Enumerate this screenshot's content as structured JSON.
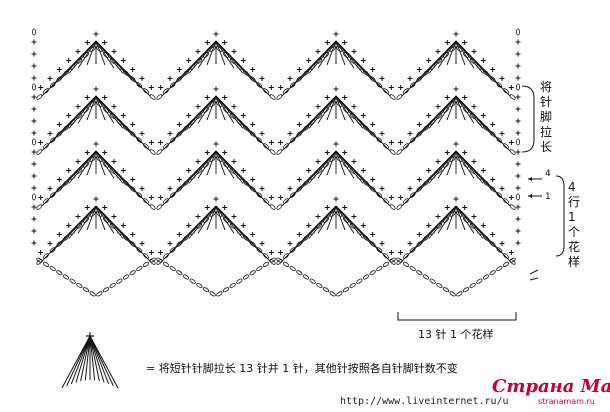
{
  "labels": {
    "long_stitch": [
      "将",
      "针",
      "脚",
      "拉",
      "长"
    ],
    "rows_repeat": [
      "4",
      "行",
      "1",
      "个",
      "花",
      "样"
    ],
    "row_num_4": "4",
    "row_num_1": "1",
    "stitch_repeat": "13 针 1 个花样",
    "legend_text": "= 将短针针脚拉长 13 针并 1 针，其他针按照各自针脚针数不变"
  },
  "footer": {
    "url": "http://www.liveinternet.ru/u",
    "watermark_brand": "Страна Мам",
    "watermark_domain": "stranamam.ru"
  },
  "colors": {
    "ink": "#111111",
    "watermark": "#c4003a"
  },
  "pattern": {
    "columns": 4,
    "rows": 4,
    "stitches_per_repeat": 13,
    "rows_per_repeat": 4
  }
}
